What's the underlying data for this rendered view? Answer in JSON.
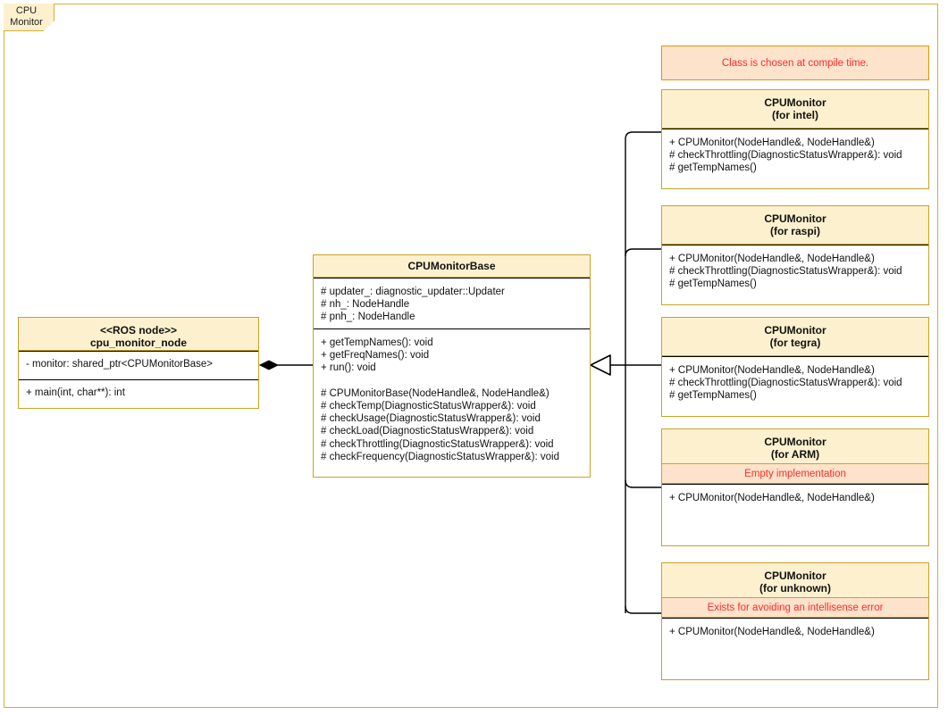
{
  "frame": {
    "label": "CPU\nMonitor",
    "border_color": "#d4af37"
  },
  "colors": {
    "class_header_fill": "#fdf0ce",
    "class_border": "#c9a227",
    "note_fill": "#fde3cb",
    "note_border": "#d89a00",
    "note_text": "#ff2b2b",
    "body_fill": "#ffffff",
    "divider": "#000000"
  },
  "note": {
    "text": "Class is chosen at compile time."
  },
  "ros_node": {
    "title": "<<ROS node>>\ncpu_monitor_node",
    "attributes": "- monitor: shared_ptr<CPUMonitorBase>",
    "methods": "+ main(int, char**): int"
  },
  "base_class": {
    "title": "CPUMonitorBase",
    "attributes": "# updater_: diagnostic_updater::Updater\n# nh_: NodeHandle\n# pnh_: NodeHandle",
    "methods": "+ getTempNames(): void\n+ getFreqNames(): void\n+ run(): void\n\n# CPUMonitorBase(NodeHandle&, NodeHandle&)\n# checkTemp(DiagnosticStatusWrapper&): void\n# checkUsage(DiagnosticStatusWrapper&): void\n# checkLoad(DiagnosticStatusWrapper&): void\n# checkThrottling(DiagnosticStatusWrapper&): void\n# checkFrequency(DiagnosticStatusWrapper&): void"
  },
  "subclasses": [
    {
      "title": "CPUMonitor\n(for intel)",
      "stereotype": null,
      "methods": "+ CPUMonitor(NodeHandle&, NodeHandle&)\n# checkThrottling(DiagnosticStatusWrapper&): void\n# getTempNames()"
    },
    {
      "title": "CPUMonitor\n(for raspi)",
      "stereotype": null,
      "methods": "+ CPUMonitor(NodeHandle&, NodeHandle&)\n# checkThrottling(DiagnosticStatusWrapper&): void\n# getTempNames()"
    },
    {
      "title": "CPUMonitor\n(for tegra)",
      "stereotype": null,
      "methods": "+ CPUMonitor(NodeHandle&, NodeHandle&)\n# checkThrottling(DiagnosticStatusWrapper&): void\n# getTempNames()"
    },
    {
      "title": "CPUMonitor\n(for ARM)",
      "stereotype": "Empty implementation",
      "methods": "+ CPUMonitor(NodeHandle&, NodeHandle&)"
    },
    {
      "title": "CPUMonitor\n(for unknown)",
      "stereotype": "Exists for avoiding an intellisense error",
      "methods": "+ CPUMonitor(NodeHandle&, NodeHandle&)"
    }
  ],
  "relations": {
    "composition": "cpu_monitor_node composes CPUMonitorBase",
    "generalization": "CPUMonitor variants inherit CPUMonitorBase"
  }
}
